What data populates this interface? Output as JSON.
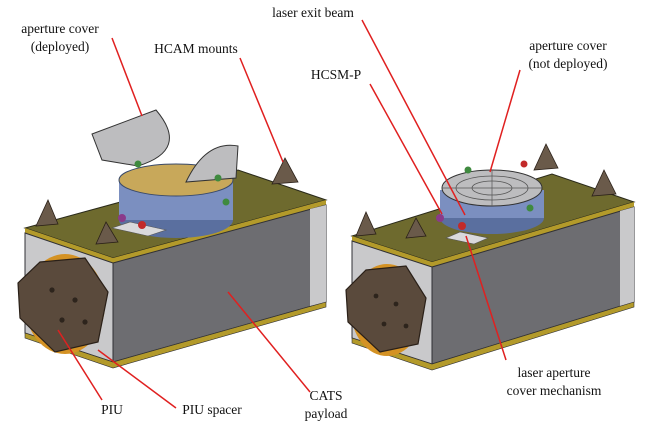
{
  "colors": {
    "leader_line": "#e02020",
    "box_face": "#6d6d71",
    "box_face_dark": "#58585c",
    "top_deck": "#6e6a2e",
    "trim_bar": "#c9c9cb",
    "gold_stripe": "#b39a2a",
    "piu_hex": "#5a4a3c",
    "piu_spacer": "#d49224",
    "cylinder": "#7b8fc0",
    "cover": "#bdbdbf",
    "mount_pyramid": "#6a5a4a",
    "green_clip": "#3f8a3f",
    "red_knob": "#c22a2a",
    "purple_knob": "#8a3a8a"
  },
  "labels": {
    "aperture_cover_deployed_l1": "aperture cover",
    "aperture_cover_deployed_l2": "(deployed)",
    "hcam_mounts": "HCAM mounts",
    "laser_exit_beam": "laser exit beam",
    "hcsm_p": "HCSM-P",
    "aperture_cover_not_deployed_l1": "aperture cover",
    "aperture_cover_not_deployed_l2": "(not deployed)",
    "piu": "PIU",
    "piu_spacer": "PIU spacer",
    "cats_l1": "CATS",
    "cats_l2": "payload",
    "laser_aperture_l1": "laser aperture",
    "laser_aperture_l2": "cover mechanism"
  }
}
